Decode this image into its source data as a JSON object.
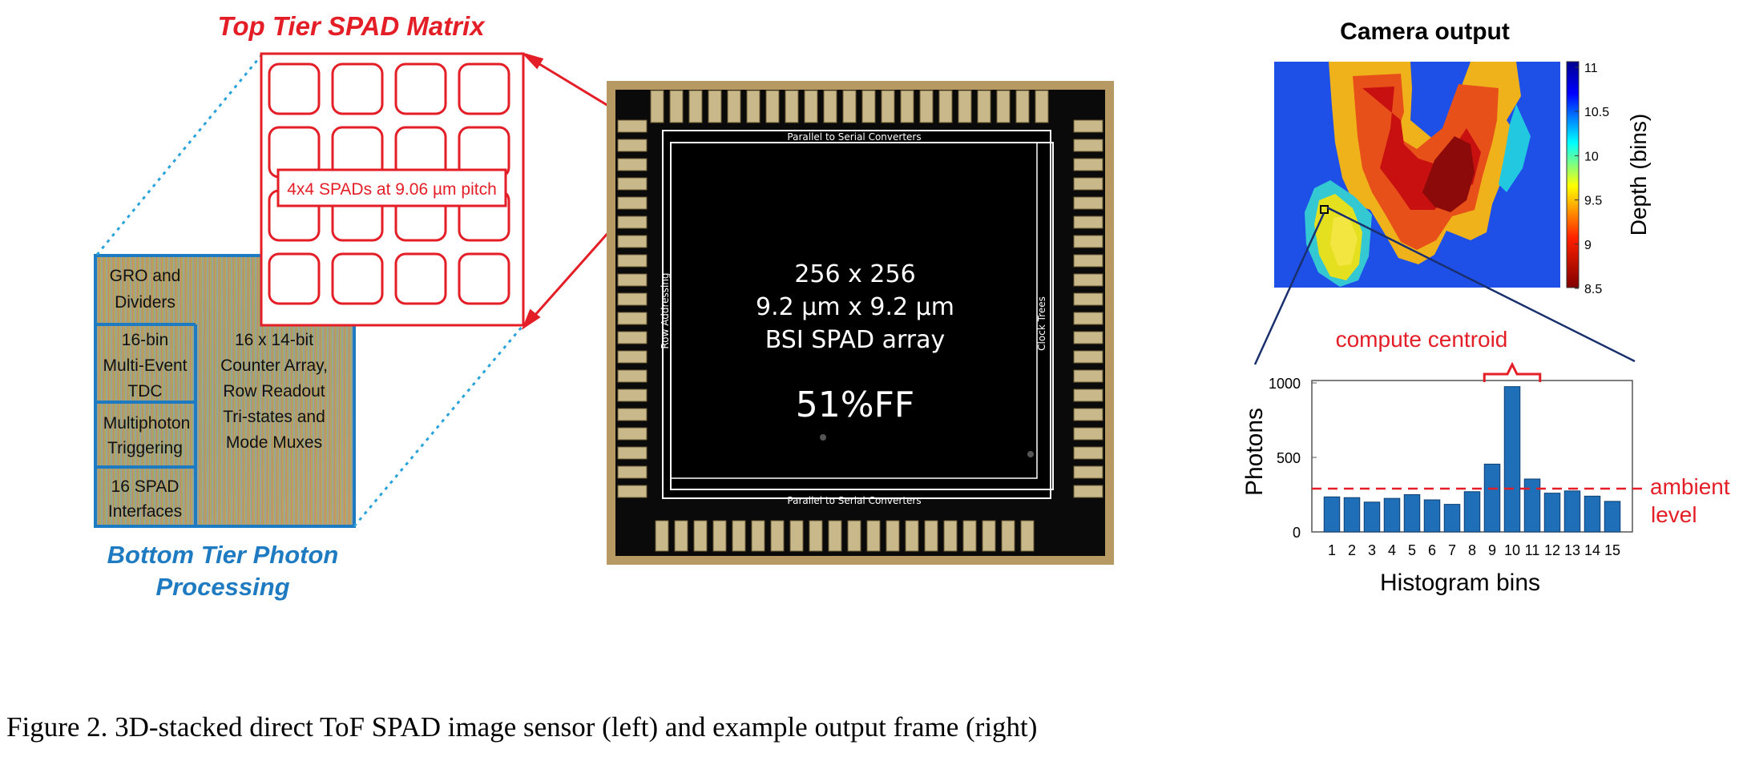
{
  "figure": {
    "caption": "Figure 2. 3D-stacked direct ToF SPAD image sensor (left) and example output frame (right)",
    "colors": {
      "red": "#e41e26",
      "blue": "#1f7bc1",
      "navy": "#1a2f6e",
      "bar": "#1f6fb8"
    }
  },
  "left": {
    "top_title": "Top Tier SPAD Matrix",
    "spad_callout": "4x4 SPADs at 9.06 µm pitch",
    "bottom_title_1": "Bottom Tier Photon",
    "bottom_title_2": "Processing",
    "blocks": {
      "gro_1": "GRO and",
      "gro_2": "Dividers",
      "tdc_1": "16-bin",
      "tdc_2": "Multi-Event",
      "tdc_3": "TDC",
      "mp_1": "Multiphoton",
      "mp_2": "Triggering",
      "si_1": "16 SPAD",
      "si_2": "Interfaces",
      "ca_1": "16 x 14-bit",
      "ca_2": "Counter Array,",
      "ca_3": "Row Readout",
      "ca_4": "Tri-states and",
      "ca_5": "Mode Muxes"
    }
  },
  "die": {
    "top_label": "Parallel to Serial Converters",
    "bottom_label": "Parallel to Serial Converters",
    "left_label": "Row Addressing",
    "right_label": "Clock Trees",
    "line1": "256 x 256",
    "line2": "9.2 µm x 9.2 µm",
    "line3": "BSI SPAD array",
    "ff": "51%FF"
  },
  "camera": {
    "title": "Camera output",
    "colorbar_label": "Depth (bins)",
    "colorbar_ticks": [
      "11",
      "10.5",
      "10",
      "9.5",
      "9",
      "8.5"
    ],
    "colorbar_tick_values": [
      11,
      10.5,
      10,
      9.5,
      9,
      8.5
    ],
    "range": [
      8.5,
      11
    ]
  },
  "chart_data": {
    "type": "bar",
    "categories": [
      "1",
      "2",
      "3",
      "4",
      "5",
      "6",
      "7",
      "8",
      "9",
      "10",
      "11",
      "12",
      "13",
      "14",
      "15"
    ],
    "values": [
      235,
      230,
      200,
      225,
      250,
      215,
      185,
      270,
      455,
      975,
      355,
      260,
      275,
      240,
      205
    ],
    "xlabel": "Histogram bins",
    "ylabel": "Photons",
    "ylim": [
      0,
      1000
    ],
    "yticks": [
      "0",
      "500",
      "1000"
    ],
    "ytick_values": [
      0,
      500,
      1000
    ],
    "ambient_value": 290,
    "ambient_label_1": "ambient",
    "ambient_label_2": "level",
    "centroid_label": "compute centroid",
    "centroid_bins": [
      9,
      11
    ]
  }
}
